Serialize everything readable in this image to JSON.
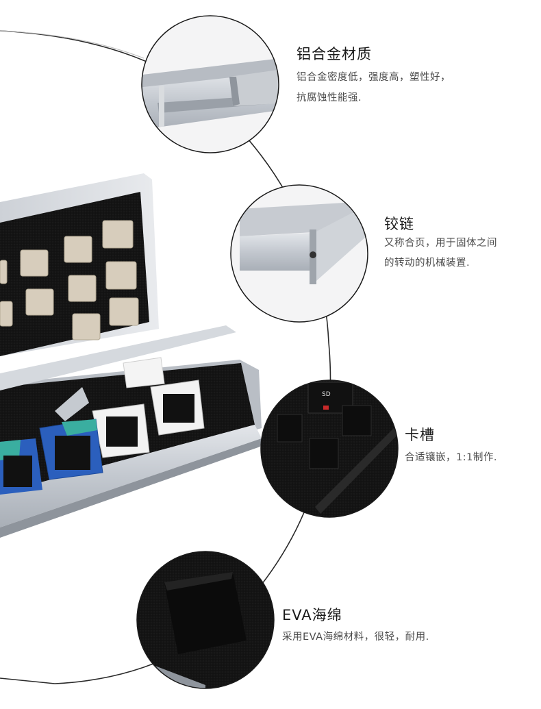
{
  "features": [
    {
      "title": "铝合金材质",
      "lines": [
        "铝合金密度低，强度高，塑性好，",
        "抗腐蚀性能强."
      ]
    },
    {
      "title": "铰链",
      "lines": [
        "又称合页，用于固体之间",
        "的转动的机械装置."
      ]
    },
    {
      "title": "卡槽",
      "lines": [
        "合适镶嵌，1:1制作."
      ]
    },
    {
      "title": "EVA海绵",
      "lines": [
        "采用EVA海绵材料，很轻，耐用."
      ]
    }
  ],
  "colors": {
    "aluminum": "#c8ccd2",
    "foam": "#151515",
    "circle_border": "#1a1a1a",
    "sim_gold": "#d8cfbf",
    "sim_blue": "#2b5fbd",
    "sim_teal": "#3aaea0"
  },
  "icons": [
    "aluminum-corner-detail",
    "hinge-detail",
    "card-slot-detail",
    "eva-foam-detail",
    "card-case-product"
  ]
}
